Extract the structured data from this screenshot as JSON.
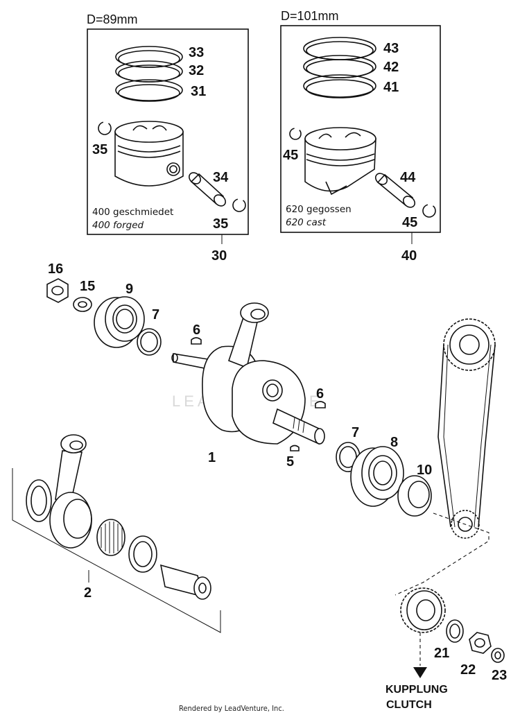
{
  "kit_89": {
    "diameter": "D=89mm",
    "desc_de": "400 geschmiedet",
    "desc_en": "400 forged",
    "parts": {
      "ring_top": "33",
      "ring_mid": "32",
      "ring_bot": "31",
      "circlip": "35",
      "pin": "34",
      "circlip_b": "35",
      "assembly": "30"
    }
  },
  "kit_101": {
    "diameter": "D=101mm",
    "desc_de": "620 gegossen",
    "desc_en": "620 cast",
    "parts": {
      "ring_top": "43",
      "ring_mid": "42",
      "ring_bot": "41",
      "circlip": "45",
      "pin": "44",
      "circlip_b": "45",
      "assembly": "40"
    }
  },
  "parts": {
    "nut": "16",
    "washer_left": "15",
    "bearing_left": "9",
    "shim_left": "7",
    "key_left": "6",
    "crankshaft": "1",
    "key_right": "6",
    "key_small": "5",
    "shim_right": "7",
    "bearing_right": "8",
    "seal": "10",
    "conrod_kit": "2",
    "gear": "21",
    "washer_gear": "22",
    "nut_gear": "23"
  },
  "clutch": {
    "de": "KUPPLUNG",
    "en": "CLUTCH"
  },
  "watermark": "LEADVENTURE",
  "footer": "Rendered by LeadVenture, Inc."
}
